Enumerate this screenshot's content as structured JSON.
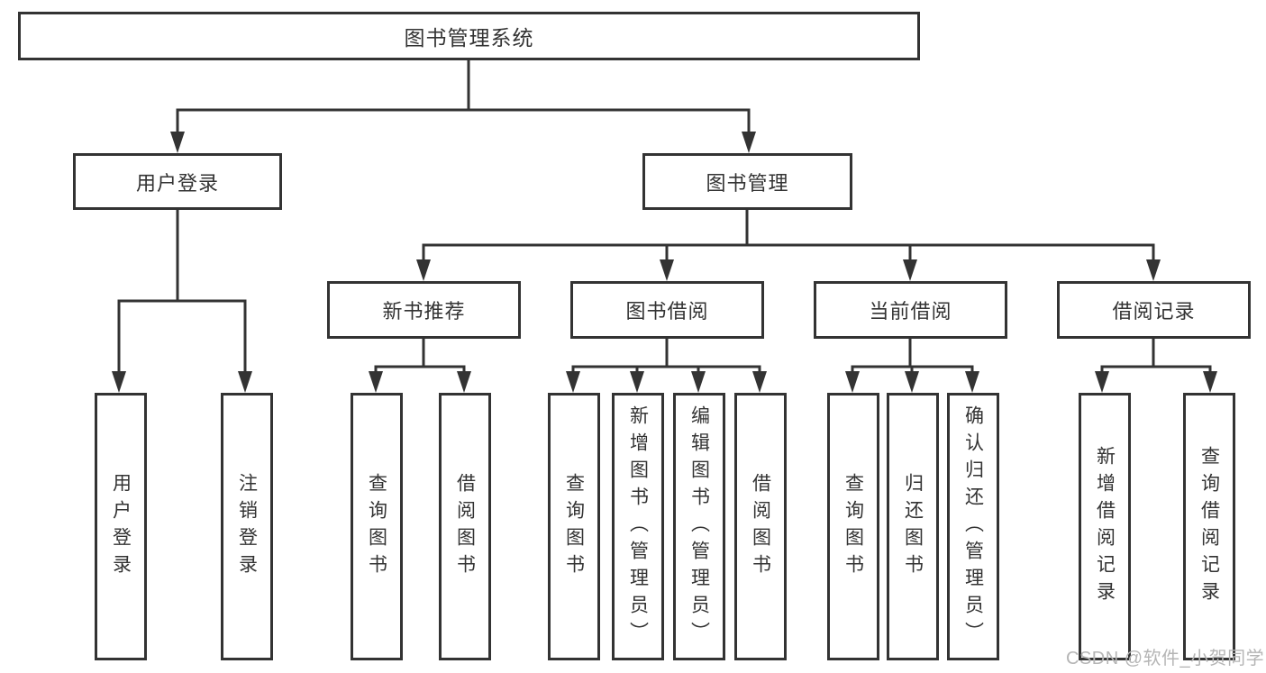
{
  "tree": {
    "root": "图书管理系统",
    "branches": [
      {
        "label": "用户登录",
        "leaves": [
          "用户登录",
          "注销登录"
        ]
      },
      {
        "label": "图书管理",
        "groups": [
          {
            "label": "新书推荐",
            "leaves": [
              "查询图书",
              "借阅图书"
            ]
          },
          {
            "label": "图书借阅",
            "leaves": [
              "查询图书",
              "新增图书（管理员）",
              "编辑图书（管理员）",
              "借阅图书"
            ]
          },
          {
            "label": "当前借阅",
            "leaves": [
              "查询图书",
              "归还图书",
              "确认归还（管理员）"
            ]
          },
          {
            "label": "借阅记录",
            "leaves": [
              "新增借阅记录",
              "查询借阅记录"
            ]
          }
        ]
      }
    ]
  },
  "watermark": "CSDN @软件_小贺同学",
  "colors": {
    "line": "#333333",
    "box_border": "#333333",
    "text": "#333333",
    "background": "#ffffff",
    "watermark_text": "#b5b5b5"
  }
}
